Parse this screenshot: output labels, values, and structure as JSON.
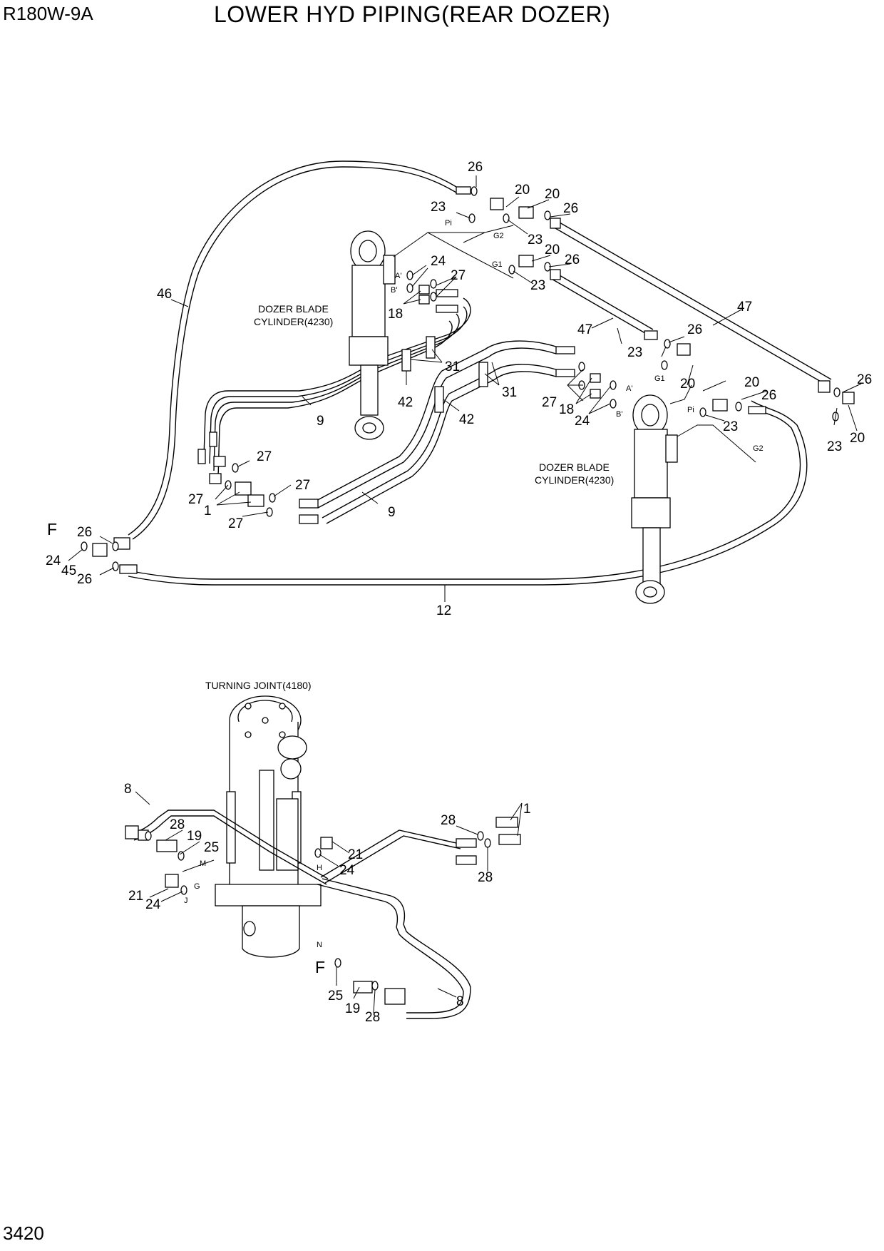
{
  "header": {
    "model": "R180W-9A",
    "title": "LOWER HYD PIPING(REAR DOZER)",
    "page_number": "3420"
  },
  "captions": {
    "cyl1_line1": "DOZER BLADE",
    "cyl1_line2": "CYLINDER(4230)",
    "cyl2_line1": "DOZER BLADE",
    "cyl2_line2": "CYLINDER(4230)",
    "turning_joint": "TURNING JOINT(4180)"
  },
  "ports": {
    "pi1": "Pi",
    "g2a": "G2",
    "g1a": "G1",
    "a1": "A'",
    "b1": "B'",
    "g1b": "G1",
    "a2": "A'",
    "b2": "B'",
    "pi2": "Pi",
    "g2b": "G2",
    "m": "M",
    "g": "G",
    "j": "J",
    "h": "H",
    "n": "N"
  },
  "connection_marks": {
    "top_f": "F",
    "bottom_f": "F"
  },
  "callouts": {
    "c1": "26",
    "c2": "20",
    "c3": "20",
    "c4": "26",
    "c5": "23",
    "c6": "23",
    "c7": "24",
    "c8": "20",
    "c9": "26",
    "c10": "27",
    "c11": "23",
    "c12": "18",
    "c13": "46",
    "c14": "47",
    "c15": "47",
    "c16": "26",
    "c17": "31",
    "c18": "23",
    "c19": "20",
    "c20": "42",
    "c21": "31",
    "c22": "9",
    "c23": "26",
    "c24": "27",
    "c25": "18",
    "c26": "24",
    "c27": "42",
    "c28": "20",
    "c29": "26",
    "c30": "23",
    "c31": "20",
    "c32": "23",
    "c33": "27",
    "c34": "27",
    "c35": "1",
    "c36": "27",
    "c37": "9",
    "c38": "26",
    "c39": "24",
    "c40": "45",
    "c41": "26",
    "c42": "12",
    "c43": "8",
    "c44": "28",
    "c45": "19",
    "c46": "25",
    "c47": "28",
    "c48": "1",
    "c49": "21",
    "c50": "24",
    "c51": "28",
    "c52": "21",
    "c53": "24",
    "c54": "25",
    "c55": "19",
    "c56": "28",
    "c57": "8",
    "c58": "27"
  }
}
